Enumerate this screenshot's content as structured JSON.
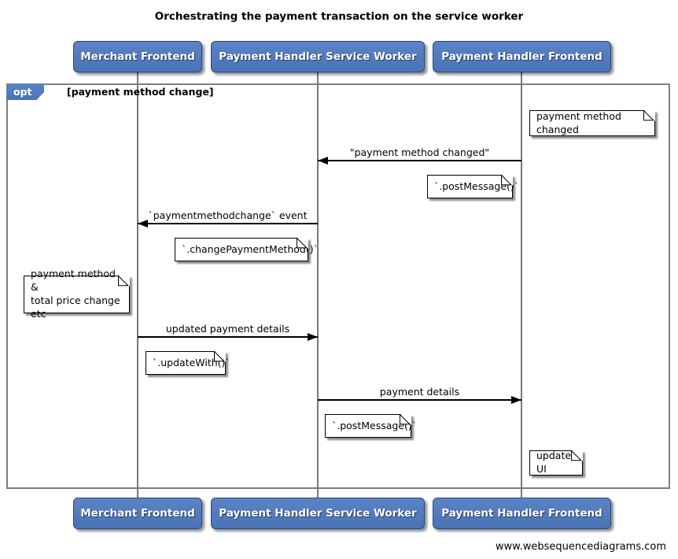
{
  "title": "Orchestrating the payment transaction on the service worker",
  "actors": [
    {
      "label": "Merchant Frontend"
    },
    {
      "label": "Payment Handler Service Worker"
    },
    {
      "label": "Payment Handler Frontend"
    }
  ],
  "fragment": {
    "operator": "opt",
    "guard": "[payment method change]"
  },
  "messages": [
    {
      "label": "\"payment method changed\"",
      "from": "Payment Handler Frontend",
      "to": "Payment Handler Service Worker",
      "direction": "left"
    },
    {
      "label": "`paymentmethodchange` event",
      "from": "Payment Handler Service Worker",
      "to": "Merchant Frontend",
      "direction": "left"
    },
    {
      "label": "updated payment details",
      "from": "Merchant Frontend",
      "to": "Payment Handler Service Worker",
      "direction": "right"
    },
    {
      "label": "payment details",
      "from": "Payment Handler Service Worker",
      "to": "Payment Handler Frontend",
      "direction": "right"
    }
  ],
  "notes": [
    {
      "text": "payment method changed"
    },
    {
      "text": "`.postMessage()`"
    },
    {
      "text": "`.changePaymentMethod()`"
    },
    {
      "text": "payment method &\ntotal price change etc"
    },
    {
      "text": "`.updateWith()`"
    },
    {
      "text": "`.postMessage()`"
    },
    {
      "text": "update UI"
    }
  ],
  "footer": "www.websequencediagrams.com",
  "colors": {
    "actor_fill": "#4e78ba",
    "actor_border": "#27497e",
    "frame_gray": "#7d7d7d",
    "note_bg": "#ffffff",
    "line_black": "#000000"
  }
}
